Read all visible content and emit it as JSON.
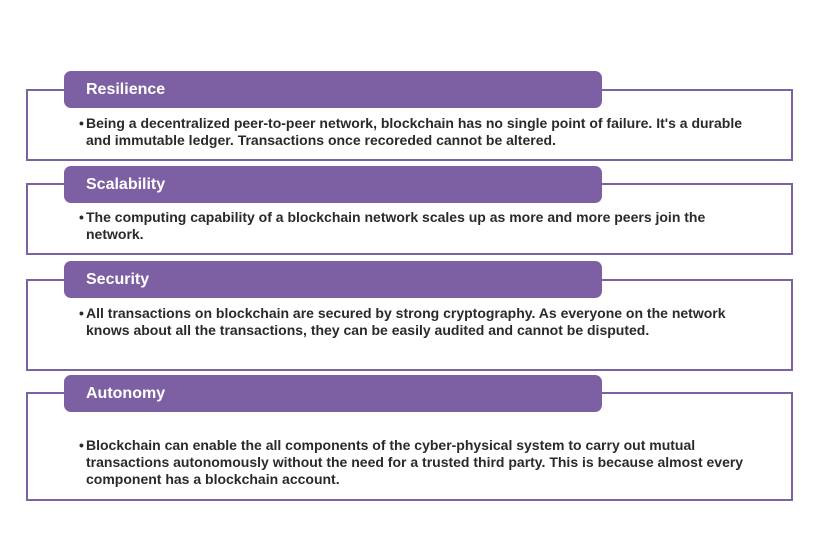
{
  "colors": {
    "accent": "#7d60a3",
    "border": "#7b62a3",
    "text": "#2a2a2a"
  },
  "sections": [
    {
      "title": "Resilience",
      "bullet": "•",
      "text": "Being a decentralized peer-to-peer network, blockchain has no single point of failure. It's a durable and immutable ledger. Transactions once recoreded cannot be altered."
    },
    {
      "title": "Scalability",
      "bullet": "•",
      "text": "The computing capability of a blockchain network scales up as more and more peers join the network."
    },
    {
      "title": "Security",
      "bullet": "•",
      "text": "All transactions on blockchain are secured by strong cryptography. As everyone on the network knows about all the transactions, they can be easily audited and cannot be disputed."
    },
    {
      "title": "Autonomy",
      "bullet": "•",
      "text": "Blockchain can enable the all components of the cyber-physical system to carry out mutual transactions autonomously without the need for a trusted third party. This is because almost every component has a blockchain account."
    }
  ]
}
